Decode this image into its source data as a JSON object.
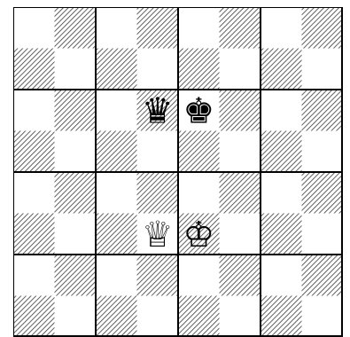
{
  "board": {
    "files": 8,
    "ranks": 8,
    "light_square_color": "#ffffff",
    "dark_square_pattern": "diagonal-hatch",
    "grid_line_color": "#000000",
    "block_size_squares": 2
  },
  "pieces": [
    {
      "name": "black-queen",
      "glyph": "♛",
      "color": "black",
      "file": 3,
      "rank": 2
    },
    {
      "name": "black-king",
      "glyph": "♚",
      "color": "black",
      "file": 4,
      "rank": 2
    },
    {
      "name": "white-queen",
      "glyph": "♕",
      "color": "white",
      "file": 3,
      "rank": 5
    },
    {
      "name": "white-king",
      "glyph": "♔",
      "color": "white",
      "file": 4,
      "rank": 5
    }
  ]
}
